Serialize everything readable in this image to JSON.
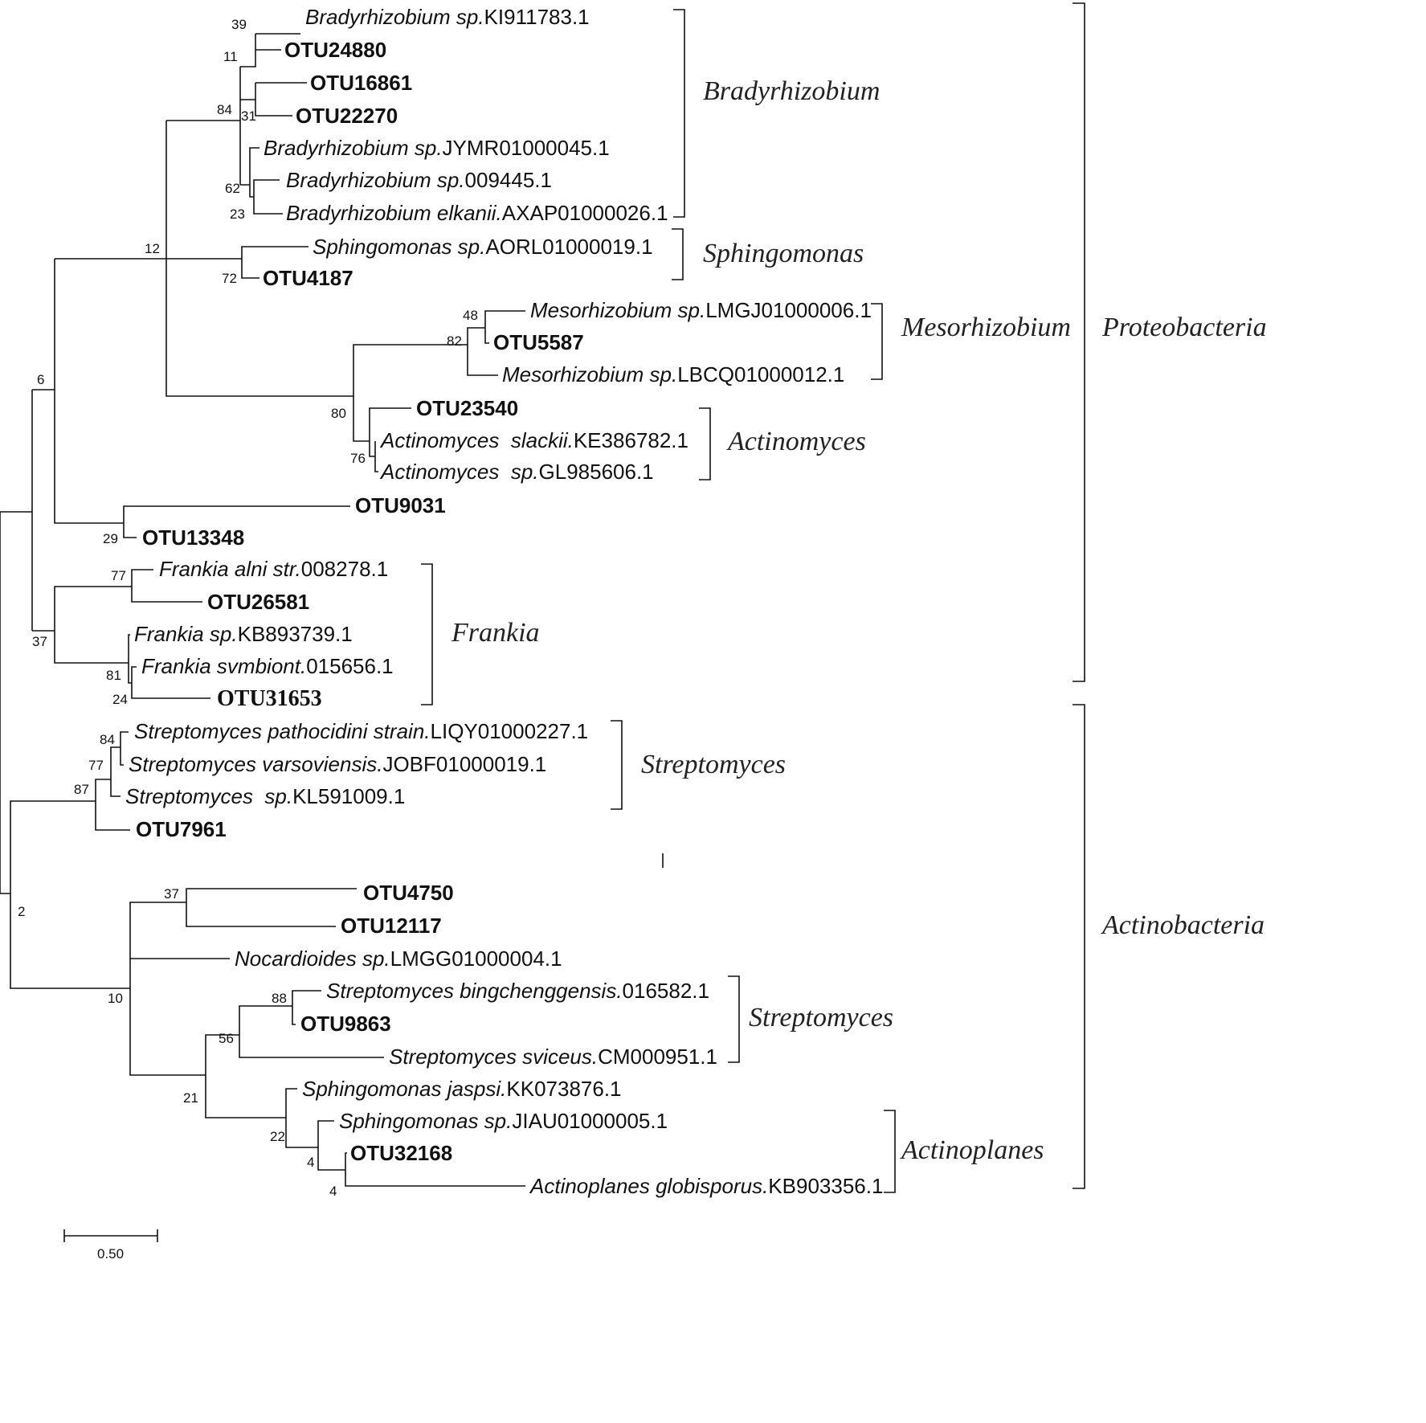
{
  "leaves": [
    {
      "id": "l1",
      "italic": "Bradyrhizobium sp.",
      "rest": "KI911783.1"
    },
    {
      "id": "l2",
      "otu": "OTU24880"
    },
    {
      "id": "l3",
      "otu": "OTU16861"
    },
    {
      "id": "l4",
      "otu": "OTU22270"
    },
    {
      "id": "l5",
      "italic": "Bradyrhizobium sp.",
      "rest": "JYMR01000045.1"
    },
    {
      "id": "l6",
      "italic": "Bradyrhizobium sp.",
      "rest": "009445.1"
    },
    {
      "id": "l7",
      "italic": "Bradyrhizobium elkanii.",
      "rest": "AXAP01000026.1"
    },
    {
      "id": "l8",
      "italic": "Sphingomonas sp.",
      "rest": "AORL01000019.1"
    },
    {
      "id": "l9",
      "otu": "OTU4187"
    },
    {
      "id": "l10",
      "italic": "Mesorhizobium sp.",
      "rest": "LMGJ01000006.1"
    },
    {
      "id": "l11",
      "otu": "OTU5587"
    },
    {
      "id": "l12",
      "italic": "Mesorhizobium sp.",
      "rest": "LBCQ01000012.1"
    },
    {
      "id": "l13",
      "otu": "OTU23540"
    },
    {
      "id": "l14",
      "italic": "Actinomyces  slackii.",
      "rest": "KE386782.1"
    },
    {
      "id": "l15",
      "italic": "Actinomyces  sp.",
      "rest": "GL985606.1"
    },
    {
      "id": "l16",
      "otu": "OTU9031"
    },
    {
      "id": "l17",
      "otu": "OTU13348"
    },
    {
      "id": "l18",
      "italic": "Frankia alni str.",
      "rest": "008278.1"
    },
    {
      "id": "l19",
      "otu": "OTU26581"
    },
    {
      "id": "l20",
      "italic": "Frankia sp.",
      "rest": "KB893739.1"
    },
    {
      "id": "l21",
      "italic": "Frankia svmbiont.",
      "rest": "015656.1"
    },
    {
      "id": "l22",
      "otu": "OTU31653",
      "serif": true
    },
    {
      "id": "l23",
      "italic": "Streptomyces pathocidini strain.",
      "rest": "LIQY01000227.1"
    },
    {
      "id": "l24",
      "italic": "Streptomyces varsoviensis.",
      "rest": "JOBF01000019.1"
    },
    {
      "id": "l25",
      "italic": "Streptomyces  sp.",
      "rest": "KL591009.1"
    },
    {
      "id": "l26",
      "otu": "OTU7961"
    },
    {
      "id": "l27",
      "otu": "OTU4750"
    },
    {
      "id": "l28",
      "otu": "OTU12117"
    },
    {
      "id": "l29",
      "italic": "Nocardioides sp.",
      "rest": "LMGG01000004.1"
    },
    {
      "id": "l30",
      "italic": "Streptomyces bingchenggensis.",
      "rest": "016582.1"
    },
    {
      "id": "l31",
      "otu": "OTU9863"
    },
    {
      "id": "l32",
      "italic": "Streptomyces sviceus.",
      "rest": "CM000951.1"
    },
    {
      "id": "l33",
      "italic": "Sphingomonas jaspsi.",
      "rest": "KK073876.1"
    },
    {
      "id": "l34",
      "italic": "Sphingomonas sp.",
      "rest": "JIAU01000005.1"
    },
    {
      "id": "l35",
      "otu": "OTU32168"
    },
    {
      "id": "l36",
      "italic": "Actinoplanes globisporus.",
      "rest": "KB903356.1"
    }
  ],
  "bootstrap": [
    "39",
    "11",
    "31",
    "84",
    "62",
    "23",
    "12",
    "72",
    "48",
    "82",
    "80",
    "76",
    "6",
    "29",
    "77",
    "37",
    "81",
    "24",
    "84",
    "77",
    "87",
    "37",
    "2",
    "10",
    "88",
    "56",
    "21",
    "22",
    "4",
    "4"
  ],
  "clades": [
    "Bradyrhizobium",
    "Sphingomonas",
    "Mesorhizobium",
    "Actinomyces",
    "Frankia",
    "Streptomyces",
    "Streptomyces",
    "Actinoplanes"
  ],
  "phyla": [
    "Proteobacteria",
    "Actinobacteria"
  ],
  "scale_bar": {
    "value": "0.50"
  }
}
